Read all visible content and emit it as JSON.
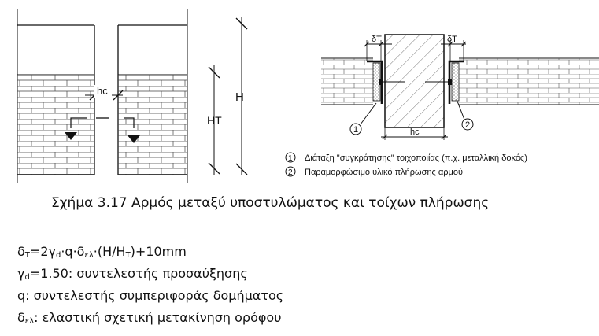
{
  "labels": {
    "hc_left": "hc",
    "H": "H",
    "HT": "HT",
    "delta_T_left": "δT",
    "delta_T_right": "δT",
    "hc_right": "hc",
    "marker1": "1",
    "marker2": "2"
  },
  "legend": [
    {
      "num": "1",
      "text": "Διάταξη \"συγκράτησης\" τοιχοποιίας (π.χ. μεταλλική δοκός)"
    },
    {
      "num": "2",
      "text": "Παραμορφώσιμο υλικό πλήρωσης αρμού"
    }
  ],
  "caption": "Σχήμα 3.17 Αρμός μεταξύ υποστυλώματος και τοίχων πλήρωσης",
  "formulas": {
    "line1": {
      "a": "δ",
      "a_sub": "T",
      "b": "=2γ",
      "b_sub": "d",
      "c": "·q·δ",
      "c_sub": "ελ",
      "d": "·(H/H",
      "d_sub": "T",
      "e": ")+10mm"
    },
    "line2": {
      "a": "γ",
      "a_sub": "d",
      "b": "=1.50: συντελεστής προσαύξησης"
    },
    "line3": {
      "text": "q: συντελεστής συμπεριφοράς δομήματος"
    },
    "line4": {
      "a": "δ",
      "a_sub": "ελ",
      "b": ": ελαστική σχετική μετακίνηση ορόφου"
    }
  }
}
